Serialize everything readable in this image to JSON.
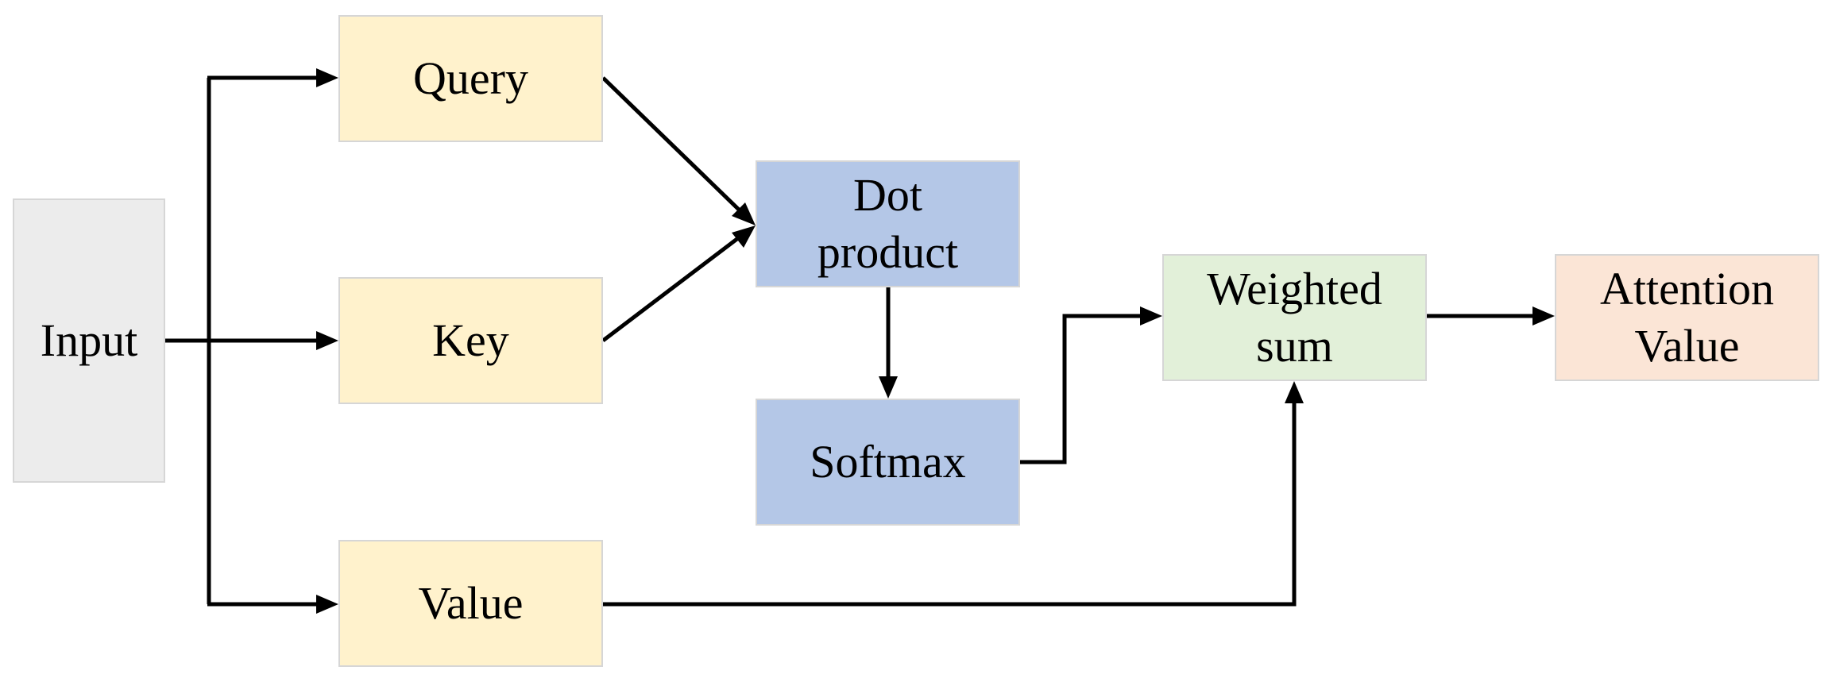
{
  "nodes": {
    "input": {
      "label": "Input",
      "fill": "#ececec"
    },
    "query": {
      "label": "Query",
      "fill": "#fff2cc"
    },
    "key": {
      "label": "Key",
      "fill": "#fff2cc"
    },
    "value": {
      "label": "Value",
      "fill": "#fff2cc"
    },
    "dot_product": {
      "label": "Dot\nproduct",
      "fill": "#b4c7e7"
    },
    "softmax": {
      "label": "Softmax",
      "fill": "#b4c7e7"
    },
    "weighted_sum": {
      "label": "Weighted\nsum",
      "fill": "#e2f0d9"
    },
    "attention_value": {
      "label": "Attention\nValue",
      "fill": "#fbe5d6"
    }
  },
  "edges": [
    {
      "from": "input",
      "to": "query"
    },
    {
      "from": "input",
      "to": "key"
    },
    {
      "from": "input",
      "to": "value"
    },
    {
      "from": "query",
      "to": "dot_product"
    },
    {
      "from": "key",
      "to": "dot_product"
    },
    {
      "from": "dot_product",
      "to": "softmax"
    },
    {
      "from": "softmax",
      "to": "weighted_sum"
    },
    {
      "from": "value",
      "to": "weighted_sum"
    },
    {
      "from": "weighted_sum",
      "to": "attention_value"
    }
  ]
}
